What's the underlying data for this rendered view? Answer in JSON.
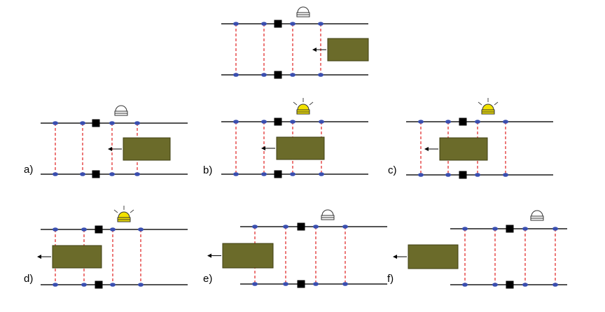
{
  "figure": {
    "panels": [
      {
        "label": "",
        "lamp_on": false
      },
      {
        "label": "a)",
        "lamp_on": false
      },
      {
        "label": "b)",
        "lamp_on": true
      },
      {
        "label": "c)",
        "lamp_on": true
      },
      {
        "label": "d)",
        "lamp_on": true
      },
      {
        "label": "e)",
        "lamp_on": false
      },
      {
        "label": "f)",
        "lamp_on": false
      }
    ],
    "colors": {
      "rail": "#1a1a1a",
      "sensor": "#3a4fb0",
      "beam": "#e02020",
      "block": "#6b6b2a",
      "block_border": "#3f3f12",
      "lamp_on": "#f2e200",
      "lamp_off": "#ffffff",
      "arrow": "#000000"
    }
  }
}
